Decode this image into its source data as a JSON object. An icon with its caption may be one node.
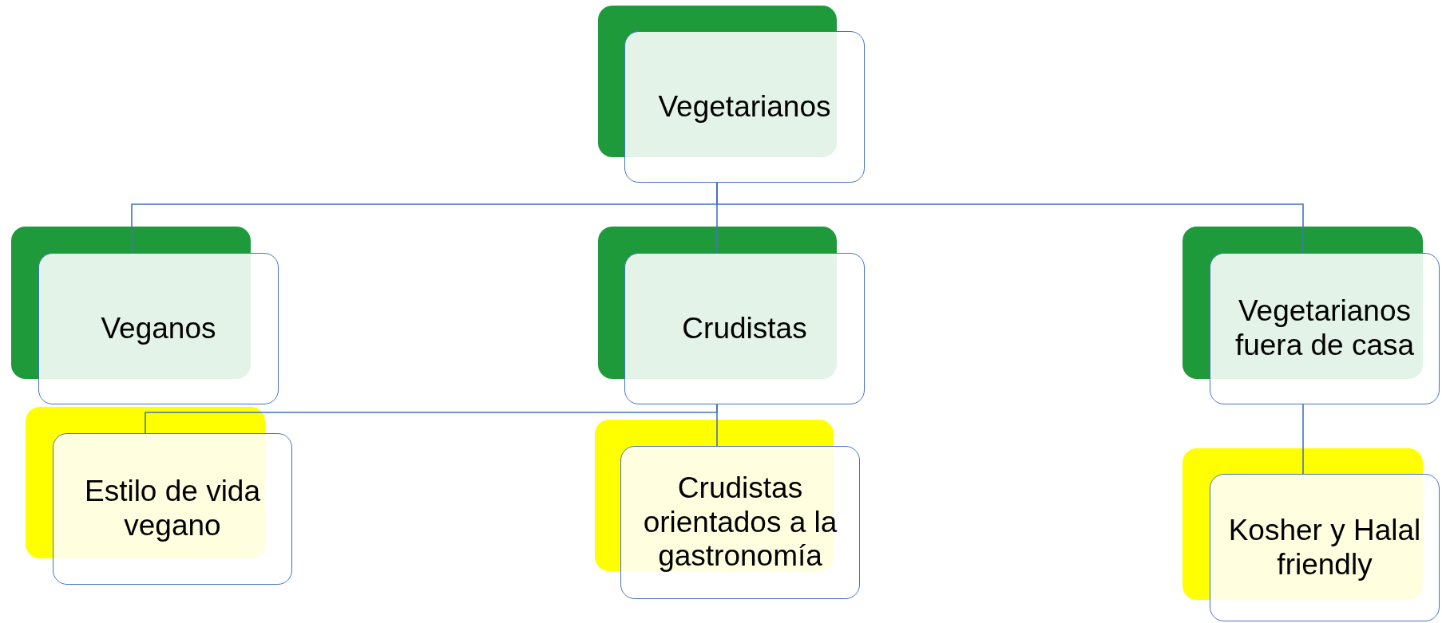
{
  "diagram": {
    "nodes": [
      {
        "text": [
          "Vegetarianos"
        ]
      },
      {
        "text": [
          "Veganos"
        ]
      },
      {
        "text": [
          "Crudistas"
        ]
      },
      {
        "text": [
          "Vegetarianos fuera de casa"
        ]
      },
      {
        "text": [
          "Estilo de vida vegano"
        ]
      },
      {
        "text": [
          "Crudistas orientados a la gastronomía"
        ]
      },
      {
        "text": [
          "Kosher y Halal friendly"
        ]
      }
    ],
    "edges": [
      {
        "from": 0,
        "to": 1,
        "arrow": "none"
      },
      {
        "from": 0,
        "to": 2,
        "arrow": "none"
      },
      {
        "from": 0,
        "to": 3,
        "arrow": "none"
      },
      {
        "from": 2,
        "to": 4,
        "arrow": "none"
      },
      {
        "from": 2,
        "to": 5,
        "arrow": "none"
      },
      {
        "from": 3,
        "to": 6,
        "arrow": "none"
      }
    ]
  }
}
